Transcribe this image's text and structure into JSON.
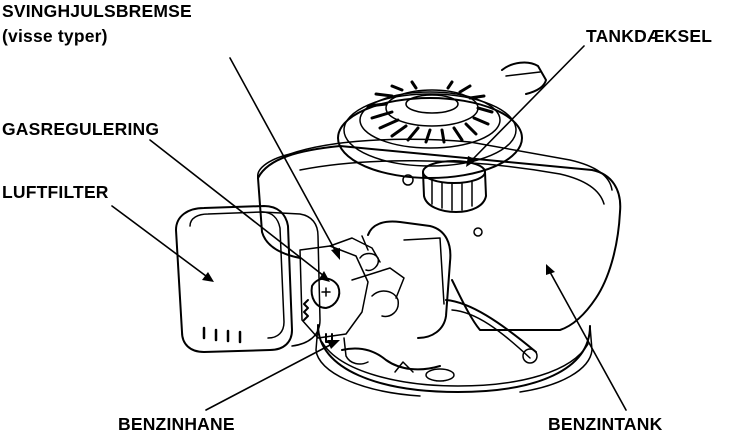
{
  "labels": {
    "svinghjulsbremse": "SVINGHJULSBREMSE",
    "svinghjulsbremse_note": "(visse typer)",
    "tankdaeksel": "TANKDÆKSEL",
    "gasregulering": "GASREGULERING",
    "luftfilter": "LUFTFILTER",
    "benzinhane": "BENZINHANE",
    "benzintank": "BENZINTANK"
  },
  "colors": {
    "ink": "#000000",
    "paper": "#ffffff"
  }
}
